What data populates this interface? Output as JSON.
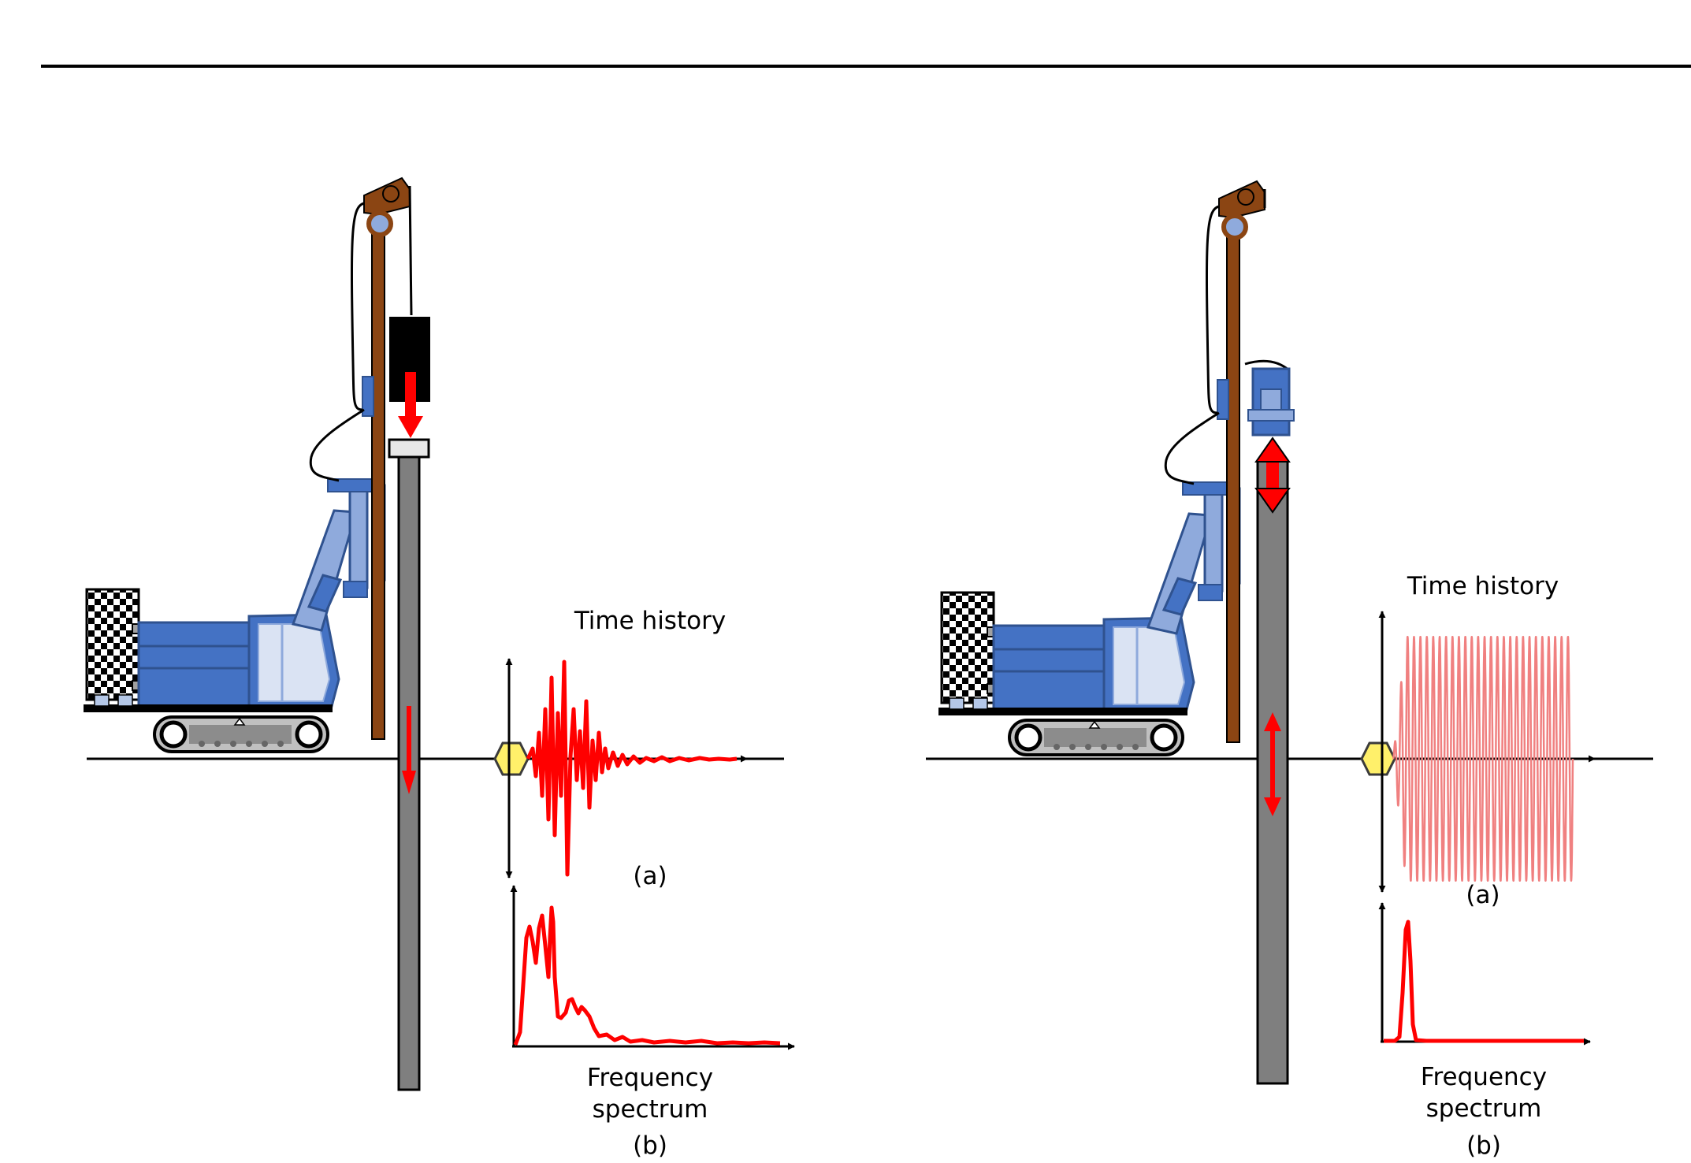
{
  "colors": {
    "rule": "#000000",
    "rig_blue": "#4472C4",
    "rig_blue_light": "#8FAADC",
    "mast_brown": "#8B4513",
    "pile_gray": "#7F7F7F",
    "signal_red": "#FF0000",
    "signal_red_light": "#F08080",
    "sensor_yellow": "#FFF06A"
  },
  "panels": [
    {
      "method": "impact",
      "time_history_label": "Time history",
      "time_caption": "(a)",
      "freq_label_line1": "Frequency",
      "freq_label_line2": "spectrum",
      "freq_caption": "(b)",
      "icons": [
        "crawler-crane-icon",
        "drop-hammer-icon",
        "downward-impact-arrow-icon",
        "sensor-hexagon-icon"
      ]
    },
    {
      "method": "vibratory",
      "time_history_label": "Time history",
      "time_caption": "(a)",
      "freq_label_line1": "Frequency",
      "freq_label_line2": "spectrum",
      "freq_caption": "(b)",
      "icons": [
        "crawler-crane-icon",
        "vibro-hammer-icon",
        "double-headed-vibration-arrow-icon",
        "sensor-hexagon-icon"
      ]
    }
  ]
}
